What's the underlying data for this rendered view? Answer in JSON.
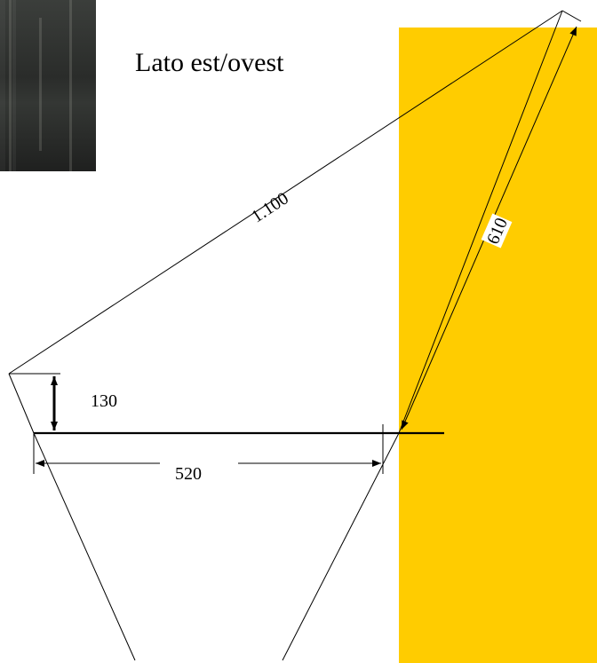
{
  "title": "Lato est/ovest",
  "dimensions": {
    "diagonal": "1.100",
    "height": "130",
    "width": "520",
    "side": "610"
  },
  "colors": {
    "wall": "#FFCC00",
    "line": "#000000",
    "background": "#FFFFFF"
  }
}
